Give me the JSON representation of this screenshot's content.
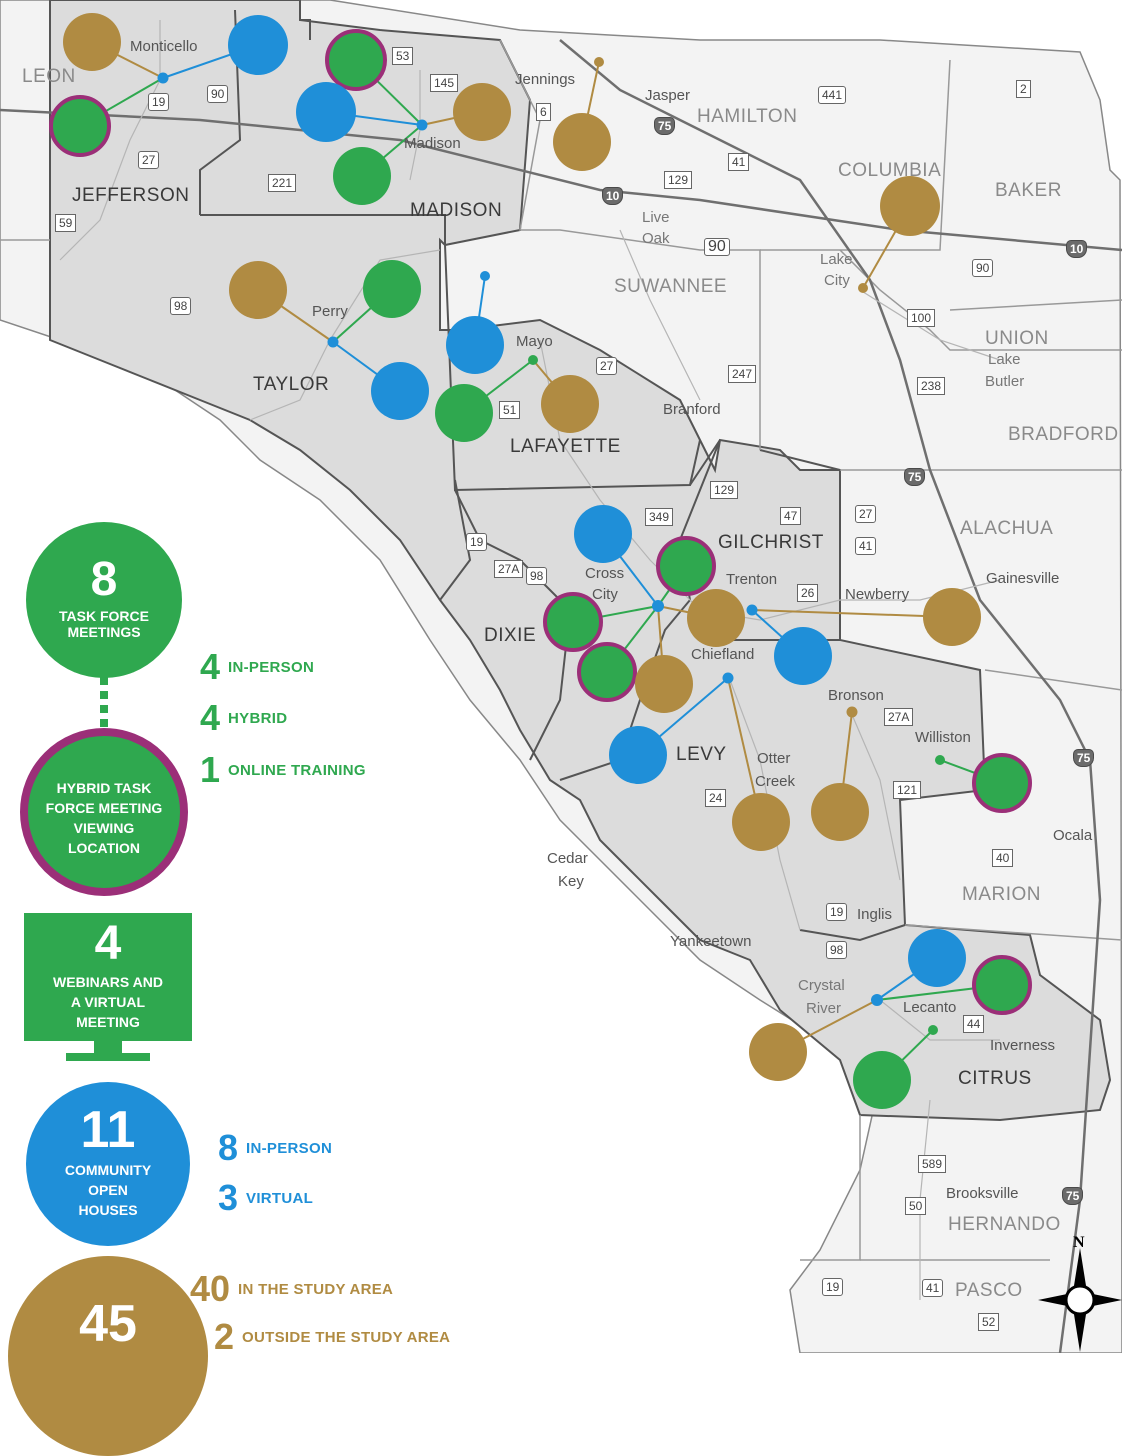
{
  "colors": {
    "green": "#2fa84f",
    "blue": "#1f8fd8",
    "gold": "#b08b42",
    "magenta": "#9b2f78",
    "study_area": "#dddddd",
    "outside": "#f4f4f4"
  },
  "counties": {
    "leon": "LEON",
    "jefferson": "JEFFERSON",
    "madison": "MADISON",
    "hamilton": "HAMILTON",
    "columbia": "COLUMBIA",
    "baker": "BAKER",
    "suwannee": "SUWANNEE",
    "taylor": "TAYLOR",
    "lafayette": "LAFAYETTE",
    "union": "UNION",
    "bradford": "BRADFORD",
    "gilchrist": "GILCHRIST",
    "alachua": "ALACHUA",
    "dixie": "DIXIE",
    "levy": "LEVY",
    "marion": "MARION",
    "citrus": "CITRUS",
    "hernando": "HERNANDO",
    "pasco": "PASCO"
  },
  "cities": {
    "monticello": "Monticello",
    "jennings": "Jennings",
    "jasper": "Jasper",
    "madison": "Madison",
    "live": "Live",
    "oak": "Oak",
    "lake": "Lake",
    "city": "City",
    "perry": "Perry",
    "mayo": "Mayo",
    "lake2": "Lake",
    "butler": "Butler",
    "branford": "Branford",
    "cross": "Cross",
    "city2": "City",
    "trenton": "Trenton",
    "newberry": "Newberry",
    "gainesville": "Gainesville",
    "chiefland": "Chiefland",
    "bronson": "Bronson",
    "willison": "Williston",
    "otter": "Otter",
    "creek": "Creek",
    "ocala": "Ocala",
    "cedar": "Cedar",
    "key": "Key",
    "yankeetown": "Yankeetown",
    "inglis": "Inglis",
    "crystal": "Crystal",
    "river": "River",
    "lecanto": "Lecanto",
    "inverness": "Inverness",
    "brooksville": "Brooksville"
  },
  "shields": {
    "s53": "53",
    "s145": "145",
    "s90a": "90",
    "s19a": "19",
    "s441": "441",
    "s2": "2",
    "s6": "6",
    "s75a": "75",
    "s41a": "41",
    "s129a": "129",
    "s27a": "27",
    "s221": "221",
    "s59": "59",
    "s10a": "10",
    "s90b": "90",
    "s10b": "10",
    "s90c": "90",
    "s98a": "98",
    "s100": "100",
    "s238": "238",
    "s27b": "27",
    "s247": "247",
    "s51": "51",
    "s75b": "75",
    "s129b": "129",
    "s349": "349",
    "s47": "47",
    "s27c": "27",
    "s41b": "41",
    "s19b": "19",
    "s27Aa": "27A",
    "s98b": "98",
    "s26": "26",
    "s27Ab": "27A",
    "s121": "121",
    "s24": "24",
    "s75c": "75",
    "s40": "40",
    "s19c": "19",
    "s98c": "98",
    "s44": "44",
    "s589": "589",
    "s50": "50",
    "s75d": "75",
    "s19d": "19",
    "s41c": "41",
    "s52": "52"
  },
  "legend": {
    "task_force": {
      "count": "8",
      "label_line1": "TASK FORCE",
      "label_line2": "MEETINGS"
    },
    "task_force_breakdown": [
      {
        "count": "4",
        "label": "IN-PERSON"
      },
      {
        "count": "4",
        "label": "HYBRID"
      },
      {
        "count": "1",
        "label": "ONLINE TRAINING"
      }
    ],
    "hybrid": {
      "line1": "HYBRID TASK",
      "line2": "FORCE MEETING",
      "line3": "VIEWING",
      "line4": "LOCATION"
    },
    "webinars": {
      "count": "4",
      "line1": "WEBINARS AND",
      "line2": "A VIRTUAL",
      "line3": "MEETING"
    },
    "open_houses": {
      "count": "11",
      "line1": "COMMUNITY",
      "line2": "OPEN",
      "line3": "HOUSES"
    },
    "open_house_breakdown": [
      {
        "count": "8",
        "label": "IN-PERSON"
      },
      {
        "count": "3",
        "label": "VIRTUAL"
      }
    ],
    "presentations": {
      "count": "45"
    },
    "presentation_breakdown": [
      {
        "count": "40",
        "label": "IN THE STUDY AREA"
      },
      {
        "count": "2",
        "label": "OUTSIDE THE STUDY AREA"
      }
    ]
  },
  "north_arrow": "N"
}
